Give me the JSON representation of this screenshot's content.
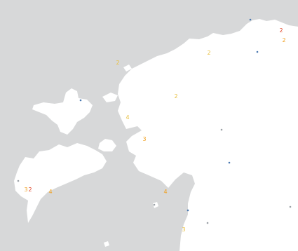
{
  "map": {
    "colors": {
      "sea": "#d7d8d9",
      "land": "#ffffff",
      "label_orange": "#f0a020",
      "label_red": "#e0452a",
      "label_yellow": "#e8c040",
      "dot_blue": "#4a78b0",
      "dot_grey": "#9aa0a6"
    },
    "cluster_labels": [
      {
        "id": "ne-1",
        "text": "2",
        "color": "red"
      },
      {
        "id": "ne-2",
        "text": "2",
        "color": "orange"
      },
      {
        "id": "north-coast",
        "text": "2",
        "color": "yellow"
      },
      {
        "id": "nw-coast",
        "text": "2",
        "color": "yellow"
      },
      {
        "id": "central-north",
        "text": "2",
        "color": "yellow"
      },
      {
        "id": "west-coast",
        "text": "4",
        "color": "yellow"
      },
      {
        "id": "west-coast-2",
        "text": "3",
        "color": "orange"
      },
      {
        "id": "saaremaa-west-a",
        "text": "3",
        "color": "orange"
      },
      {
        "id": "saaremaa-west-b",
        "text": "2",
        "color": "red"
      },
      {
        "id": "saaremaa-south",
        "text": "4",
        "color": "orange"
      },
      {
        "id": "parnu-bay",
        "text": "4",
        "color": "orange"
      },
      {
        "id": "south-coast",
        "text": "3",
        "color": "yellow"
      }
    ],
    "points": [
      {
        "id": "p1",
        "color": "blue"
      },
      {
        "id": "p2",
        "color": "blue"
      },
      {
        "id": "p3",
        "color": "grey"
      },
      {
        "id": "p4",
        "color": "blue"
      },
      {
        "id": "p5",
        "color": "grey"
      },
      {
        "id": "p6",
        "color": "grey"
      },
      {
        "id": "p7",
        "color": "blue"
      },
      {
        "id": "p8",
        "color": "grey"
      },
      {
        "id": "p9",
        "color": "blue"
      },
      {
        "id": "p10",
        "color": "grey"
      }
    ]
  }
}
